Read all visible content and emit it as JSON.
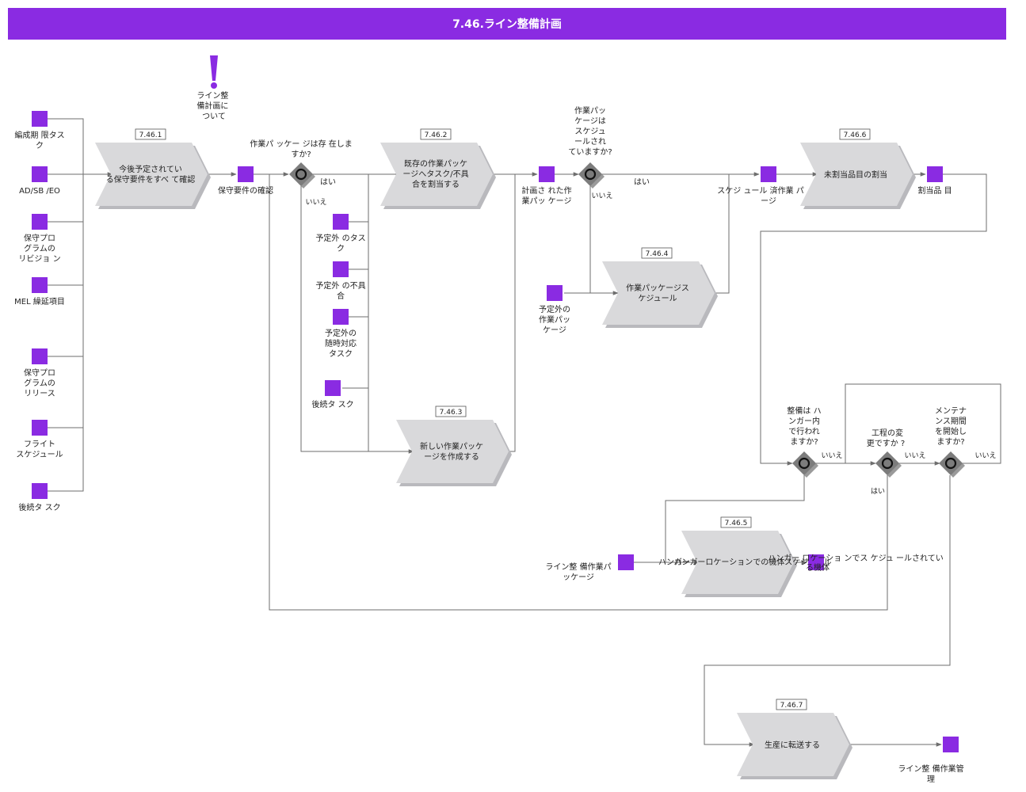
{
  "title": "7.46.ライン整備計画",
  "note": {
    "lines": [
      "ライン整",
      "備計画に",
      "ついて"
    ]
  },
  "inputs": [
    {
      "lines": [
        "編成期 限タス",
        "ク"
      ]
    },
    {
      "lines": [
        "AD/SB /EO"
      ]
    },
    {
      "lines": [
        "保守プロ",
        "グラムの",
        "リビジョ ン"
      ]
    },
    {
      "lines": [
        "MEL 繰延項目"
      ]
    },
    {
      "lines": [
        "保守プロ",
        "グラムの",
        "リリース"
      ]
    },
    {
      "lines": [
        "フライト",
        "スケジュール"
      ]
    },
    {
      "lines": [
        "後続タ スク"
      ]
    }
  ],
  "processes": [
    {
      "ref": "7.46.1",
      "lines": [
        "今後予定されてい",
        "る保守要件をすべ て確認"
      ]
    },
    {
      "ref": "7.46.2",
      "lines": [
        "既存の作業パッケ",
        "ージへタスク/不具",
        "合を割当する"
      ]
    },
    {
      "ref": "7.46.3",
      "lines": [
        "新しい作業パッケ",
        "ージを作成する"
      ]
    },
    {
      "ref": "7.46.4",
      "lines": [
        "作業パッケージス",
        "ケジュール"
      ]
    },
    {
      "ref": "7.46.5",
      "lines": [
        "ハンガーロケーションでの機体スケジュール"
      ]
    },
    {
      "ref": "7.46.6",
      "lines": [
        "未割当品目の割当"
      ]
    },
    {
      "ref": "7.46.7",
      "lines": [
        "生産に転送する"
      ]
    }
  ],
  "objects": {
    "maint_confirm": {
      "lines": [
        "保守要件の確認"
      ]
    },
    "unplanned_task": {
      "lines": [
        "予定外 のタス",
        "ク"
      ]
    },
    "unplanned_defect": {
      "lines": [
        "予定外 の不具",
        "合"
      ]
    },
    "unplanned_adhoc": {
      "lines": [
        "予定外の",
        "随時対応",
        "タスク"
      ]
    },
    "follow_task": {
      "lines": [
        "後続タ スク"
      ]
    },
    "planned_package": {
      "lines": [
        "計画さ れた作",
        "業パッ ケージ"
      ]
    },
    "unplanned_package": {
      "lines": [
        "予定外の",
        "作業パッ",
        "ケージ"
      ]
    },
    "scheduled_package": {
      "lines": [
        "スケジ ュール 済作業 パ",
        "ージ"
      ]
    },
    "assigned_items": {
      "lines": [
        "割当品 目"
      ]
    },
    "line_package": {
      "lines": [
        "ライン整 備作業パ",
        "ッケージ"
      ]
    },
    "hangar_label": {
      "lines": [
        "ハンガー"
      ]
    },
    "scheduled_aircraft": {
      "lines": [
        "ハンガー ロケーショ ンでス ケジュ ールされてい",
        "る機体"
      ]
    },
    "line_mgmt": {
      "lines": [
        "ライン整 備作業管",
        "理"
      ]
    }
  },
  "gateways": {
    "g1": {
      "lines": [
        "作業パ ッケー ジは存 在しま",
        "すか?"
      ],
      "yes": "はい",
      "no": "いいえ"
    },
    "g2": {
      "lines": [
        "作業パッ",
        "ケージは",
        "スケジュ",
        "ールされ",
        "ていますか?"
      ],
      "yes": "はい",
      "no": "いいえ"
    },
    "g3": {
      "lines": [
        "整備は ハ",
        "ンガー内",
        "で行われ",
        "ますか?"
      ],
      "no": "いいえ"
    },
    "g4": {
      "lines": [
        "工程の変",
        "更ですか ?"
      ],
      "yes": "はい",
      "no": "いいえ"
    },
    "g5": {
      "lines": [
        "メンテナ",
        "ンス期間",
        "を開始し",
        "ますか?"
      ],
      "no": "いいえ"
    }
  },
  "colors": {
    "header": "#8a2be2",
    "object": "#8a2be2",
    "process": "#d9d9db",
    "gateway": "#888888",
    "connector": "#6e6e6e"
  }
}
